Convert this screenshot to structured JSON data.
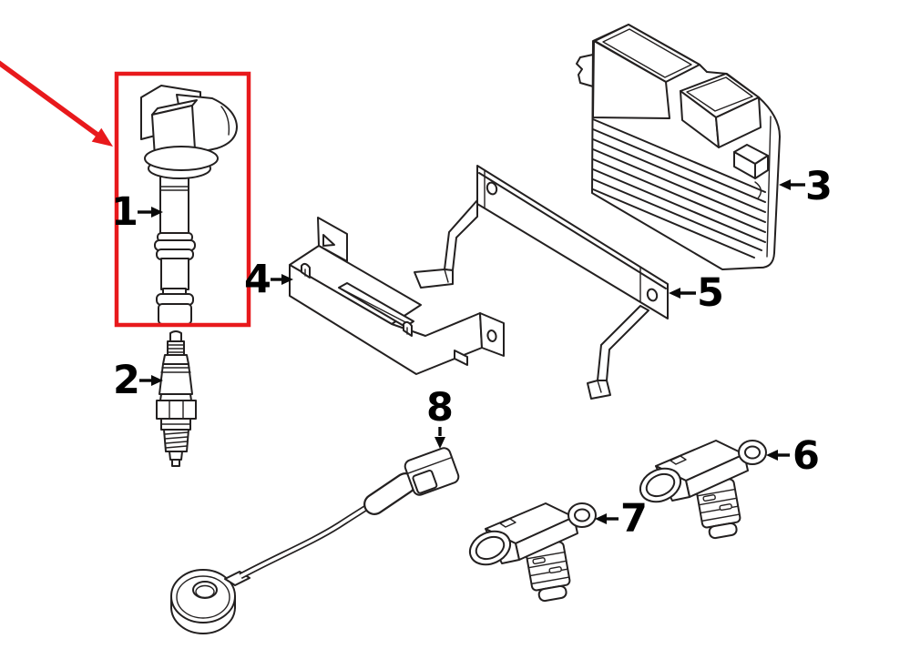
{
  "diagram": {
    "background_color": "#ffffff",
    "line_color": "#232020",
    "label_color": "#000000",
    "highlight_color": "#e8191c"
  },
  "callouts": [
    {
      "label": "1",
      "part": "ignition-coil",
      "highlighted": true
    },
    {
      "label": "2",
      "part": "spark-plug",
      "highlighted": false
    },
    {
      "label": "3",
      "part": "engine-control-module",
      "highlighted": false
    },
    {
      "label": "4",
      "part": "coil-mounting-bracket",
      "highlighted": false
    },
    {
      "label": "5",
      "part": "module-mounting-bracket",
      "highlighted": false
    },
    {
      "label": "6",
      "part": "camshaft-position-sensor",
      "highlighted": false
    },
    {
      "label": "7",
      "part": "camshaft-position-sensor",
      "highlighted": false
    },
    {
      "label": "8",
      "part": "knock-sensor",
      "highlighted": false
    }
  ]
}
